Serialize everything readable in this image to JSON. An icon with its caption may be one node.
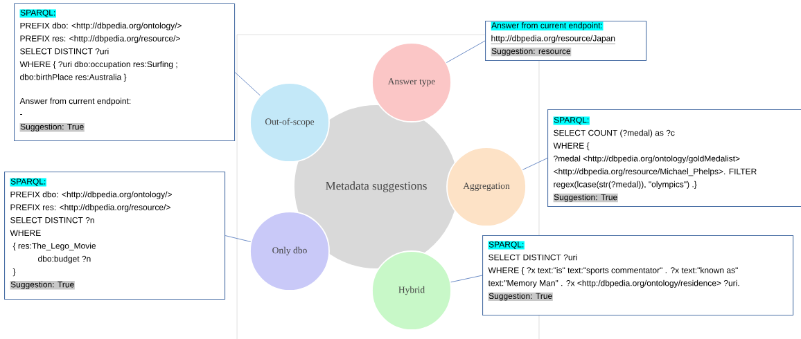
{
  "diagram": {
    "nodes": [
      {
        "text": [
          "Metadata suggestions"
        ]
      },
      {
        "text": [
          "Answer type"
        ]
      },
      {
        "text": [
          "Aggregation"
        ]
      },
      {
        "text": [
          "Hybrid"
        ]
      },
      {
        "text": [
          "Only dbo"
        ]
      },
      {
        "text": [
          "Out-of-scope"
        ]
      },
      {
        "text": [
          "SPARQL:",
          "PREFIX dbo: <http://dbpedia.org/ontology/>",
          "PREFIX res: <http://dbpedia.org/resource/>",
          "SELECT DISTINCT ?uri",
          "WHERE { ?uri dbo:occupation res:Surfing ;",
          "dbo:birthPlace res:Australia }",
          "Answer from current endpoint:",
          "-",
          "Suggestion: True"
        ]
      },
      {
        "text": [
          "Answer from current endpoint:",
          "http://dbpedia.org/resource/Japan",
          "Suggestion: resource"
        ]
      },
      {
        "text": [
          "SPARQL:",
          "SELECT COUNT (?medal) as ?c",
          "WHERE {",
          "?medal <http://dbpedia.org/ontology/goldMedalist>",
          "<http://dbpedia.org/resource/Michael_Phelps>. FILTER",
          "regex(lcase(str(?medal)), \"olympics\") .}",
          "Suggestion: True"
        ]
      },
      {
        "text": [
          "SPARQL:",
          "SELECT DISTINCT ?uri",
          "WHERE { ?x text:\"is\" text:\"sports commentator\" . ?x text:\"known as\"",
          "text:\"Memory Man\" . ?x <http:/dbpedia.org/ontology/residence> ?uri.",
          "Suggestion: True"
        ]
      },
      {
        "text": [
          "SPARQL:",
          "PREFIX dbo: <http://dbpedia.org/ontology/>",
          "PREFIX res: <http://dbpedia.org/resource/>",
          "SELECT DISTINCT ?n",
          "WHERE",
          "{ res:The_Lego_Movie",
          "dbo:budget ?n",
          "}",
          "Suggestion: True"
        ]
      }
    ],
    "edges": [
      {
        "from": 6,
        "to": 5,
        "arrow": "none"
      },
      {
        "from": 7,
        "to": 1,
        "arrow": "none"
      },
      {
        "from": 8,
        "to": 2,
        "arrow": "none"
      },
      {
        "from": 9,
        "to": 3,
        "arrow": "none"
      },
      {
        "from": 10,
        "to": 4,
        "arrow": "none"
      }
    ]
  }
}
